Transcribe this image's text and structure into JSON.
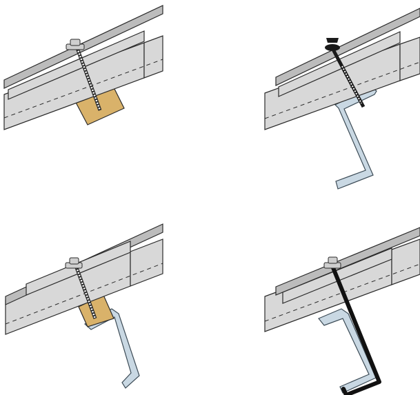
{
  "colors": {
    "panel_fill": "#d8d8d8",
    "panel_stroke": "#2a2a2a",
    "cap_fill": "#bcbcbc",
    "wood_fill": "#d9b26a",
    "steel_fill": "#c9d8e3",
    "steel_stroke": "#3b4a55",
    "bolt_fill": "#cfcfcf",
    "screw_dark": "#1a1a1a",
    "hook_fill": "#111111"
  },
  "icons": {
    "fastener_top_left": "bolt-through-timber-icon",
    "fastener_top_right": "self-drilling-screw-icon",
    "fastener_bottom_left": "bolt-timber-zpurlin-icon",
    "fastener_bottom_right": "hook-bolt-icon"
  },
  "panels": [
    {
      "id": "roof-panel-1",
      "fastener": "bolt-through-timber",
      "support": "timber-block"
    },
    {
      "id": "roof-panel-2",
      "fastener": "self-drilling-screw",
      "support": "z-purlin"
    },
    {
      "id": "roof-panel-3",
      "fastener": "bolt-through-timber",
      "support": "timber-on-z-purlin"
    },
    {
      "id": "roof-panel-4",
      "fastener": "hook-bolt",
      "support": "z-purlin"
    }
  ]
}
